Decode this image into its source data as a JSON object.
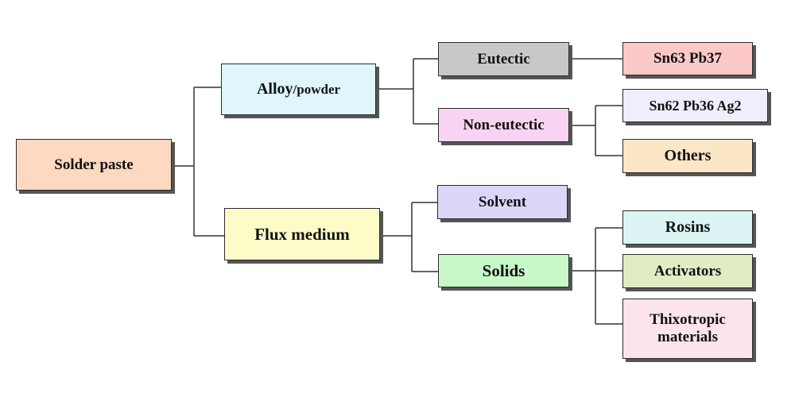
{
  "diagram": {
    "root": {
      "label": "Solder paste",
      "color": "#fcd9c0"
    },
    "alloy": {
      "label_main": "Alloy",
      "label_sub": "/powder",
      "color": "#dff6fb"
    },
    "flux": {
      "label": "Flux medium",
      "color": "#fdfcc8"
    },
    "eutectic": {
      "label": "Eutectic",
      "color": "#c8c8c8"
    },
    "non_eutectic": {
      "label": "Non-eutectic",
      "color": "#f9d3f2"
    },
    "sn63": {
      "label": "Sn63 Pb37",
      "color": "#fcc8c8"
    },
    "sn62": {
      "label": "Sn62 Pb36 Ag2",
      "color": "#eeeefc"
    },
    "others": {
      "label": "Others",
      "color": "#fbe7c5"
    },
    "solvent": {
      "label": "Solvent",
      "color": "#dcd6f9"
    },
    "solids": {
      "label": "Solids",
      "color": "#c8f7c8"
    },
    "rosins": {
      "label": "Rosins",
      "color": "#dcf4f4"
    },
    "activators": {
      "label": "Activators",
      "color": "#e1ecc3"
    },
    "thixo": {
      "label_line1": "Thixotropic",
      "label_line2": "materials",
      "color": "#fbe4ec"
    }
  }
}
